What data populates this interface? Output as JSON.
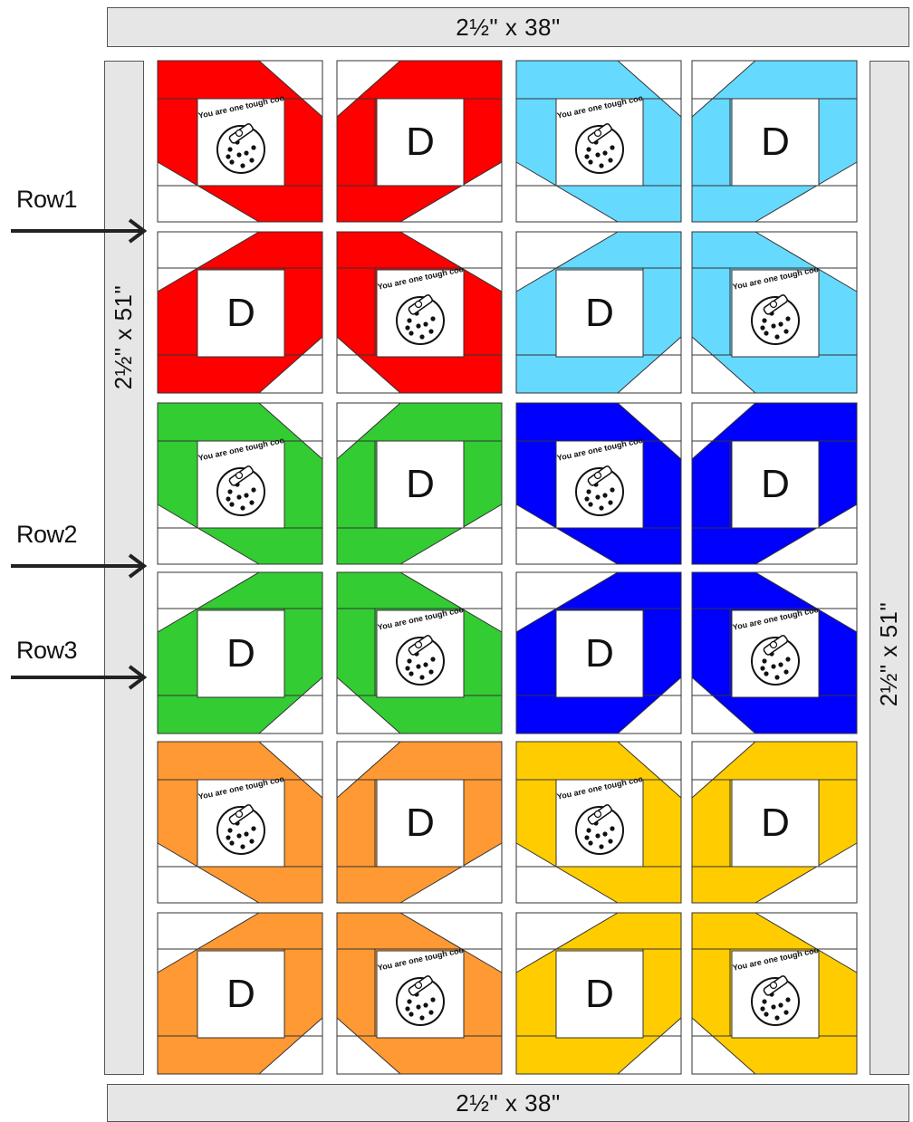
{
  "borders": {
    "top": "2½\" x 38\"",
    "bottom": "2½\" x 38\"",
    "left": "2½\" x 51\"",
    "right": "2½\" x 51\""
  },
  "rows": [
    {
      "label": "Row1"
    },
    {
      "label": "Row2"
    },
    {
      "label": "Row3"
    }
  ],
  "colors": {
    "red": "#ff0000",
    "light_blue": "#66d9ff",
    "green": "#33cc33",
    "blue": "#0000ff",
    "orange": "#ff9933",
    "yellow": "#ffcc00",
    "background_gray": "#e6e6e6"
  },
  "block_letter": "D",
  "cookie_text": "You are one tough cookie",
  "blocks": [
    {
      "color": "red",
      "center": "cookie",
      "orient": "tl"
    },
    {
      "color": "red",
      "center": "letter",
      "orient": "tr"
    },
    {
      "color": "light_blue",
      "center": "cookie",
      "orient": "tl"
    },
    {
      "color": "light_blue",
      "center": "letter",
      "orient": "tr"
    },
    {
      "color": "red",
      "center": "letter",
      "orient": "bl"
    },
    {
      "color": "red",
      "center": "cookie",
      "orient": "br"
    },
    {
      "color": "light_blue",
      "center": "letter",
      "orient": "bl"
    },
    {
      "color": "light_blue",
      "center": "cookie",
      "orient": "br"
    },
    {
      "color": "green",
      "center": "cookie",
      "orient": "tl"
    },
    {
      "color": "green",
      "center": "letter",
      "orient": "tr"
    },
    {
      "color": "blue",
      "center": "cookie",
      "orient": "tl"
    },
    {
      "color": "blue",
      "center": "letter",
      "orient": "tr"
    },
    {
      "color": "green",
      "center": "letter",
      "orient": "bl"
    },
    {
      "color": "green",
      "center": "cookie",
      "orient": "br"
    },
    {
      "color": "blue",
      "center": "letter",
      "orient": "bl"
    },
    {
      "color": "blue",
      "center": "cookie",
      "orient": "br"
    },
    {
      "color": "orange",
      "center": "cookie",
      "orient": "tl"
    },
    {
      "color": "orange",
      "center": "letter",
      "orient": "tr"
    },
    {
      "color": "yellow",
      "center": "cookie",
      "orient": "tl"
    },
    {
      "color": "yellow",
      "center": "letter",
      "orient": "tr"
    },
    {
      "color": "orange",
      "center": "letter",
      "orient": "bl"
    },
    {
      "color": "orange",
      "center": "cookie",
      "orient": "br"
    },
    {
      "color": "yellow",
      "center": "letter",
      "orient": "bl"
    },
    {
      "color": "yellow",
      "center": "cookie",
      "orient": "br"
    }
  ]
}
